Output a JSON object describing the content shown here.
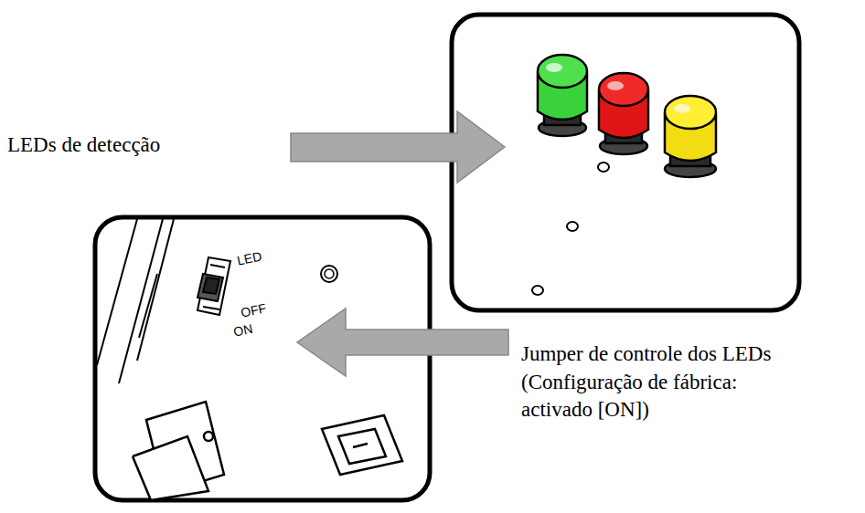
{
  "diagram": {
    "labels": [
      "LEDs de detecção",
      "LED",
      "OFF",
      "ON",
      "Jumper de controle dos LEDs",
      "(Configuração de fábrica: activado [ON])"
    ]
  }
}
